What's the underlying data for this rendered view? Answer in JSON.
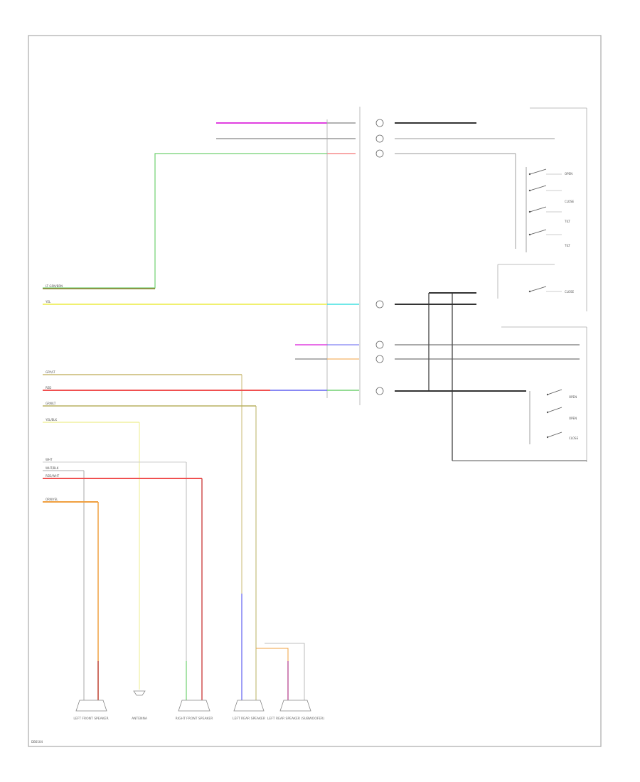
{
  "diagram": {
    "page_code": "DB0104",
    "colors": {
      "pink": "#e040e0",
      "gray": "#9a9a9a",
      "green": "#70d070",
      "olive": "#8a8a3a",
      "yellow": "#f0f070",
      "tan": "#c8b870",
      "red": "#f05050",
      "khaki": "#b8b060",
      "light_yellow": "#f0f0a0",
      "orange": "#f0a040",
      "blue": "#6060f0",
      "cyan": "#40e0e0",
      "dark": "#333333",
      "border": "#aaaaaa"
    },
    "wire_labels": {
      "green_left": "LT GRN/BRN",
      "yellow_left": "YEL",
      "tan_left": "GRY/LT",
      "red_left": "RED",
      "khaki_left": "GRN/LT",
      "light_yellow_left": "YEL/BLK",
      "gray_left": "WHT",
      "gray_wht": "WHT/BLK",
      "red_wht": "RED/WHT",
      "orange_left": "ORN/YEL"
    },
    "switch_labels": {
      "s1": "OPEN",
      "s2": "CLOSE",
      "s3": "TILT",
      "s4": "TILT",
      "s5": "CLOSE",
      "s6": "OPEN",
      "s7": "OPEN",
      "s8": "CLOSE"
    },
    "components": {
      "left_front_speaker": "LEFT FRONT SPEAKER",
      "antenna": "ANTENNA",
      "right_front_speaker": "RIGHT FRONT SPEAKER",
      "left_rear_speaker": "LEFT REAR SPEAKER",
      "left_rear_subwoofer": "LEFT REAR SPEAKER (SUBWOOFER)"
    }
  }
}
